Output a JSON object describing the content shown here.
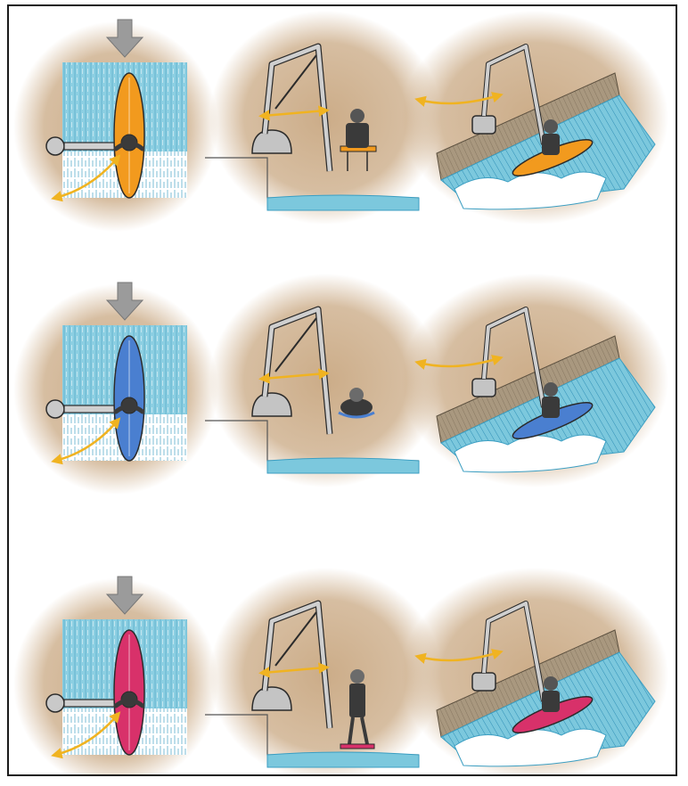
{
  "figure": {
    "rows": [
      {
        "board": "surfboard",
        "board_color": "#f29a1e",
        "pose": "seated"
      },
      {
        "board": "bodyboard",
        "board_color": "#4a7fd0",
        "pose": "prone"
      },
      {
        "board": "stand-up board",
        "board_color": "#d8316a",
        "pose": "standing"
      }
    ],
    "columns": [
      "top-view-approach",
      "side-view-lift-mechanism",
      "perspective-view-in-wave"
    ]
  },
  "colors": {
    "water": "#7cc8dd",
    "water_dark": "#3b9ec2",
    "sand": "#c9a882",
    "arrow_motion": "#f0b321",
    "arrow_down": "#9b9b9b",
    "machine": "#b9b9b9",
    "outline": "#2b2b2b"
  },
  "icons": [
    "down-arrow-icon",
    "swing-arrow-icon",
    "lift-arm-icon",
    "rider-icon"
  ]
}
